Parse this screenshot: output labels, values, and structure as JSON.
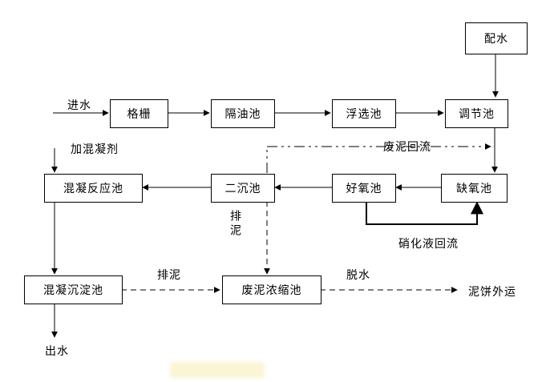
{
  "colors": {
    "line": "#000000",
    "background": "#ffffff",
    "watermark": "#f6edb0"
  },
  "nodes": {
    "distribution": "配水",
    "screen": "格栅",
    "oil_separation": "隔油池",
    "flotation": "浮选池",
    "equalization": "调节池",
    "coagulation_reaction": "混凝反应池",
    "secondary_clarifier": "二沉池",
    "aerobic": "好氧池",
    "anoxic": "缺氧池",
    "coagulation_sedimentation": "混凝沉淀池",
    "sludge_thickening": "废泥浓缩池"
  },
  "labels": {
    "influent": "进水",
    "add_coagulant": "加混凝剂",
    "waste_sludge_return": "废泥回流",
    "nitrified_liquid_return": "硝化液回流",
    "sludge_discharge_vertical": "排泥",
    "sludge_discharge_horizontal": "排泥",
    "dewatering": "脱水",
    "sludge_cake_out": "泥饼外运",
    "effluent": "出水"
  }
}
